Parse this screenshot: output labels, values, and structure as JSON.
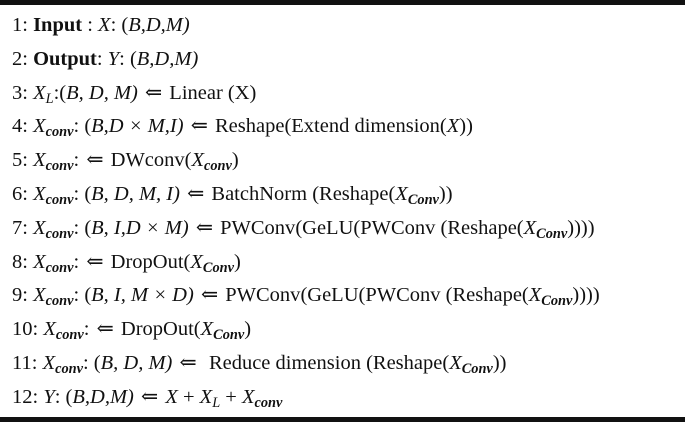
{
  "document": {
    "type": "algorithm-pseudocode",
    "rule_color": "#111111",
    "text_color": "#111111",
    "background_color": "#ffffff",
    "line_count": 12
  },
  "lines": [
    {
      "number": "1:",
      "keyword": "Input",
      "sep1": " : ",
      "var": "X",
      "sep2": ": (",
      "shape": "B,D,M",
      "close": ")",
      "text": "1: Input : X: (B,D,M)"
    },
    {
      "number": "2:",
      "keyword": "Output",
      "sep1": ": ",
      "var": "Y",
      "sep2": ": (",
      "shape": "B,D,M",
      "close": ")",
      "text": "2: Output: Y: (B,D,M)"
    },
    {
      "number": "3:",
      "var": "X",
      "subscript": "L",
      "sep": ":(",
      "shape": "B, D, M",
      "close": ")",
      "arrow": "⇐",
      "rhs": "Linear (X)",
      "text": "3: X_L:(B, D, M) ⇐ Linear (X)"
    },
    {
      "number": "4:",
      "var": "X",
      "subscript": "conv",
      "sep": ": (",
      "shape": "B,D × M,I",
      "close": ")",
      "arrow": "⇐",
      "rhs": "Reshape(Extend dimension(X))",
      "text": "4: X_conv: (B,D × M,I) ⇐ Reshape(Extend dimension(X))"
    },
    {
      "number": "5:",
      "var": "X",
      "subscript": "conv",
      "sep": ": ",
      "arrow": "⇐",
      "rhs": "DWconv(X_conv)",
      "text": "5: X_conv: ⇐ DWconv(X_conv)"
    },
    {
      "number": "6:",
      "var": "X",
      "subscript": "conv",
      "sep": ": (",
      "shape": "B, D, M, I",
      "close": ")",
      "arrow": "⇐",
      "rhs": "BatchNorm (Reshape(X_Conv))",
      "text": "6: X_conv: (B, D, M, I) ⇐ BatchNorm (Reshape(X_Conv))"
    },
    {
      "number": "7:",
      "var": "X",
      "subscript": "conv",
      "sep": ": (",
      "shape": "B, I,D  × M",
      "close": ")",
      "arrow": "⇐",
      "rhs": "PWConv(GeLU(PWConv (Reshape(X_Conv))))",
      "text": "7: X_conv: (B, I,D × M) ⇐ PWConv(GeLU(PWConv (Reshape(X_Conv))))"
    },
    {
      "number": "8:",
      "var": "X",
      "subscript": "conv",
      "sep": ": ",
      "arrow": "⇐",
      "rhs": "DropOut(X_Conv)",
      "text": "8: X_conv: ⇐ DropOut(X_Conv)"
    },
    {
      "number": "9:",
      "var": "X",
      "subscript": "conv",
      "sep": ": (",
      "shape": "B, I, M × D",
      "close": ")",
      "arrow": "⇐",
      "rhs": "PWConv(GeLU(PWConv (Reshape(X_Conv))))",
      "text": "9: X_conv: (B, I, M × D) ⇐ PWConv(GeLU(PWConv (Reshape(X_Conv))))"
    },
    {
      "number": "10:",
      "var": "X",
      "subscript": "conv",
      "sep": ": ",
      "arrow": "⇐",
      "rhs": "DropOut(X_Conv)",
      "text": "10: X_conv: ⇐ DropOut(X_Conv)"
    },
    {
      "number": "11:",
      "var": "X",
      "subscript": "conv",
      "sep": ": (",
      "shape": "B, D, M",
      "close": ")",
      "arrow": "⇐",
      "rhs": "Reduce dimension (Reshape(X_Conv))",
      "text": "11: X_conv: (B, D, M) ⇐  Reduce dimension (Reshape(X_Conv))"
    },
    {
      "number": "12:",
      "var": "Y",
      "sep": ": (",
      "shape": "B,D,M",
      "close": ")",
      "arrow": "⇐",
      "rhs": "X + X_L + X_conv",
      "text": "12: Y: (B,D,M) ⇐ X + X_L + X_conv"
    }
  ],
  "tokens": {
    "arrow": "⇐",
    "times": "×",
    "colon": ":",
    "plus": "+",
    "lparen": "(",
    "rparen": ")",
    "sub_conv_lower": "conv",
    "sub_conv_upper": "Conv",
    "sub_L": "L",
    "fn_linear": "Linear",
    "fn_reshape": "Reshape",
    "fn_extend_dimension": "Extend dimension",
    "fn_dwconv": "DWconv",
    "fn_batchnorm": "BatchNorm",
    "fn_pwconv": "PWConv",
    "fn_gelu": "GeLU",
    "fn_dropout": "DropOut",
    "fn_reduce_dimension": "Reduce dimension",
    "var_X": "X",
    "var_Y": "Y",
    "dim_B": "B",
    "dim_D": "D",
    "dim_M": "M",
    "dim_I": "I"
  }
}
